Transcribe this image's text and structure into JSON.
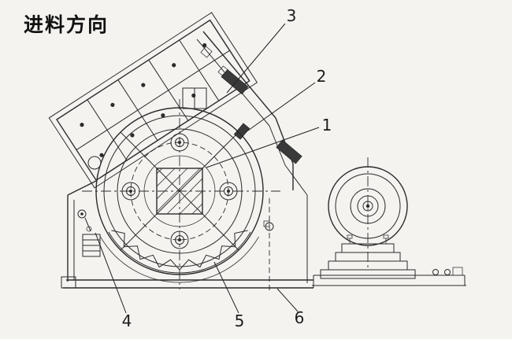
{
  "labels": {
    "feed_direction": "进料方向"
  },
  "callouts": [
    {
      "label": "1"
    },
    {
      "label": "2"
    },
    {
      "label": "3"
    },
    {
      "label": "4"
    },
    {
      "label": "5"
    },
    {
      "label": "6"
    }
  ],
  "colors": {
    "line": "#2b2b2b",
    "background": "#f4f3f0",
    "dark_fill": "#3a3a3a"
  }
}
